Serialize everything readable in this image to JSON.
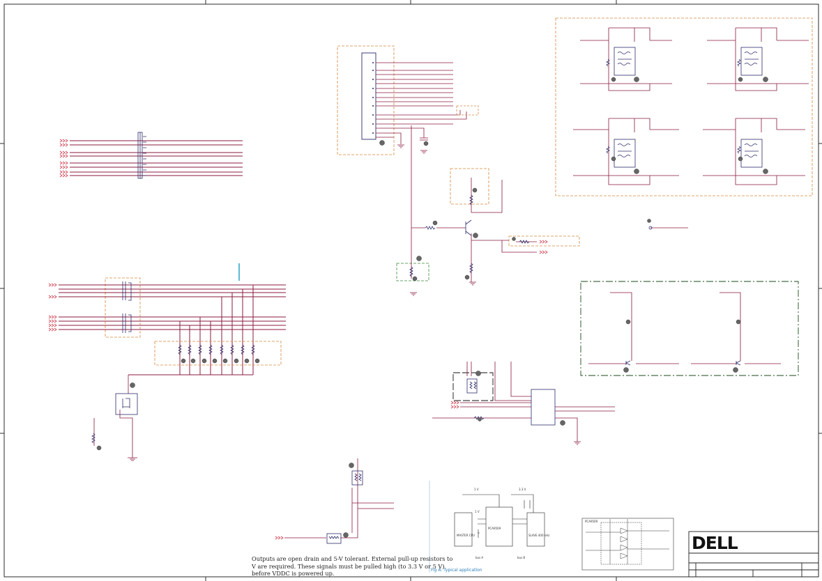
{
  "note": {
    "lines": [
      "Outputs are open drain and 5-V tolerant. External pull-up resistors to",
      "V are required. These signals must be pulled high (to 3.3 V or 5 V)",
      "before VDDC is powered up."
    ]
  },
  "title_block": {
    "logo": "DELL"
  },
  "app_figure": {
    "caption": "Fig A.  Typical application",
    "ic_label": "PCA9509",
    "master_label": "MASTER CPU",
    "slave_label": "SLAVE 400 kHz",
    "rail_left": "1 V",
    "rail_right": "3.3 V",
    "rail_mid": "1 V",
    "bus_a": "bus A",
    "bus_b": "bus B"
  },
  "block_figure": {
    "label": "PCA9509"
  },
  "colors": {
    "wire": "#8b1a3c",
    "frame": "#2b2b6b",
    "dash_orange": "#d9863c",
    "dash_green": "#3a8a3a",
    "cursor": "#2aa0c8"
  }
}
